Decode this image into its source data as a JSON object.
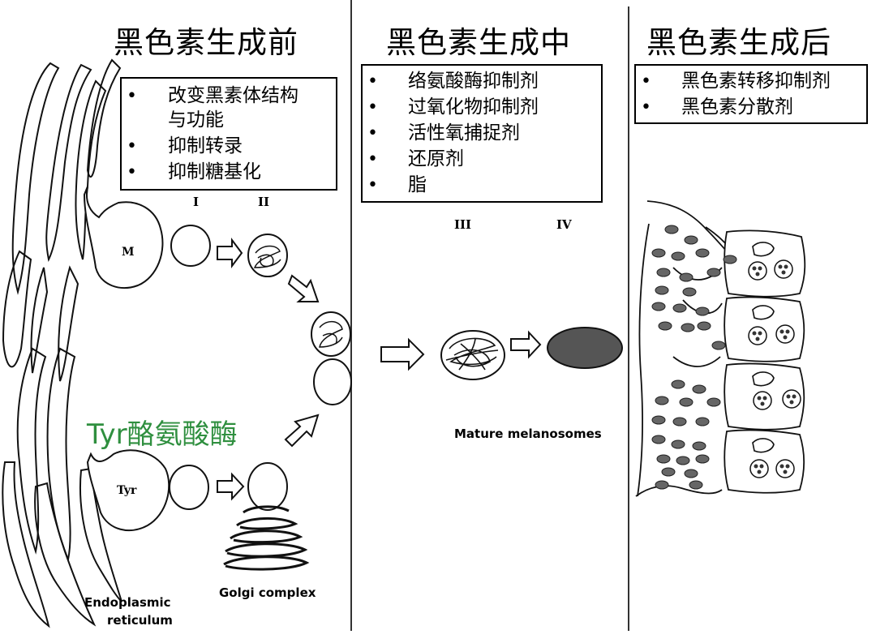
{
  "panels": {
    "before": {
      "title": "黑色素生成前",
      "items": [
        "改变黑素体结构",
        "与功能",
        "抑制转录",
        "抑制糖基化"
      ]
    },
    "during": {
      "title": "黑色素生成中",
      "items": [
        "络氨酸酶抑制剂",
        "过氧化物抑制剂",
        "活性氧捕捉剂",
        "还原剂",
        "脂"
      ]
    },
    "after": {
      "title": "黑色素生成后",
      "items": [
        "黑色素转移抑制剂",
        "黑色素分散剂"
      ]
    }
  },
  "labels": {
    "stage_1": "I",
    "stage_2": "II",
    "stage_3": "III",
    "stage_4": "IV",
    "m": "M",
    "tyr": "Tyr",
    "tyr_cn": "Tyr酪氨酸酶",
    "golgi": "Golgi complex",
    "er_line1": "Endoplasmic",
    "er_line2": "reticulum",
    "mature": "Mature melanosomes"
  }
}
